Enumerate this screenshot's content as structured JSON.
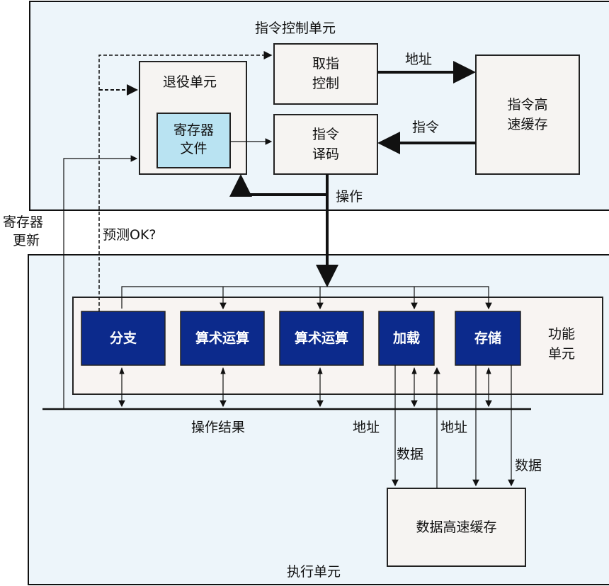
{
  "title": "指令控制单元",
  "retirement_unit": "退役单元",
  "register_file": [
    "寄存器",
    "文件"
  ],
  "fetch_control": [
    "取指",
    "控制"
  ],
  "instruction_decode": [
    "指令",
    "译码"
  ],
  "instruction_cache": [
    "指令高",
    "速缓存"
  ],
  "labels": {
    "address_top": "地址",
    "instruction": "指令",
    "operations": "操作",
    "register_updates": [
      "寄存器",
      "更新"
    ],
    "prediction_ok": "预测OK?",
    "operation_results": "操作结果",
    "address_load": "地址",
    "address_store": "地址",
    "data_load": "数据",
    "data_store": "数据"
  },
  "functional_units_label": [
    "功能",
    "单元"
  ],
  "functional_units": [
    "分支",
    "算术运算",
    "算术运算",
    "加载",
    "存储"
  ],
  "data_cache": "数据高速缓存",
  "execution_unit": "执行单元",
  "colors": {
    "unit_fill": "#0c2a8c",
    "region_bg": "#edf5fa",
    "regfile": "#b9e3f2"
  }
}
